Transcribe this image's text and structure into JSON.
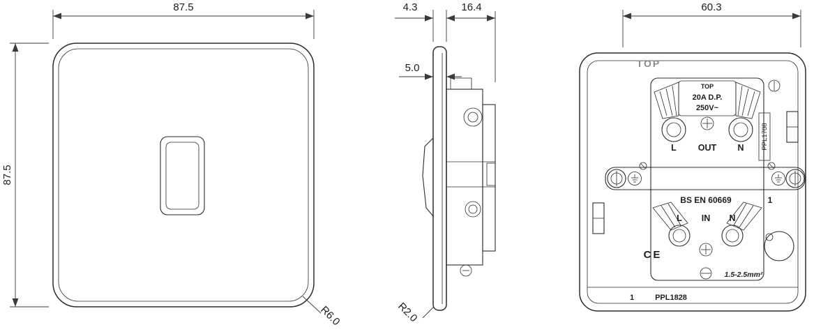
{
  "front_view": {
    "dim_width": "87.5",
    "dim_height": "87.5",
    "radius_label": "R6.0"
  },
  "side_view": {
    "dim_thickness": "4.3",
    "dim_depth": "16.4",
    "dim_projection": "5.0",
    "radius_label": "R2.0"
  },
  "back_view": {
    "dim_width": "60.3",
    "plate_top_label": "TOP",
    "mech_top_label": "TOP",
    "rating_line1": "20A D.P.",
    "rating_line2": "250V~",
    "out_l": "L",
    "out_label": "OUT",
    "out_n": "N",
    "standard": "BS EN 60669",
    "in_l": "L",
    "in_label": "IN",
    "in_n": "N",
    "side_part_number": "PPL1708",
    "gang_marker": "1",
    "ce_mark": "CE",
    "cable_size": "1.5-2.5mm²",
    "footer_index": "1",
    "footer_part_number": "PPL1828"
  }
}
